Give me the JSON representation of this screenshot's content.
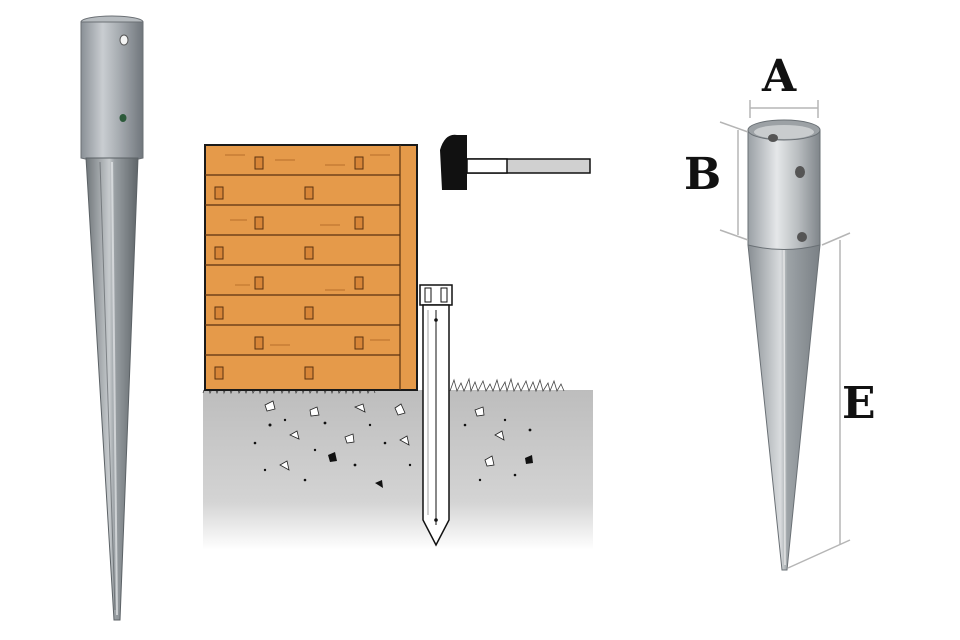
{
  "dimensions": {
    "a": "A",
    "b": "B",
    "e": "E"
  },
  "colors": {
    "fence_panel": "#e59a4a",
    "fence_outline": "#5a3210",
    "ground": "#c9c9c9",
    "metal_light": "#d6d9dc",
    "metal_dark": "#7e8488",
    "hammer_head": "#111111"
  },
  "icons": [
    "post-spike-photo",
    "fence-panel",
    "hammer-icon",
    "post-spike-in-ground",
    "post-spike-dimension-drawing"
  ]
}
